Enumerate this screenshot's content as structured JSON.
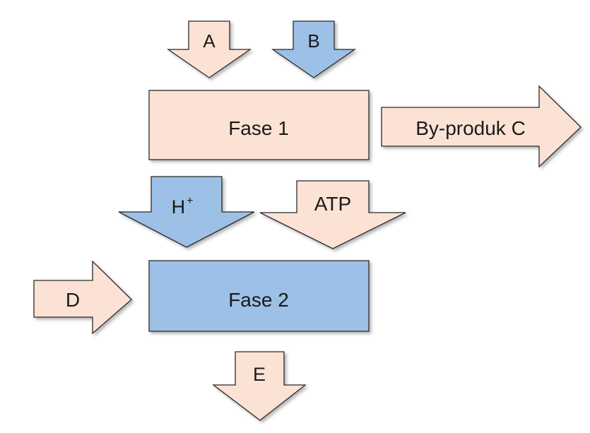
{
  "colors": {
    "peach": "#FCE2D4",
    "blue": "#9DC0E6",
    "outline": "#2B2B2B",
    "text": "#1A1A1A"
  },
  "arrows": {
    "A": {
      "label": "A",
      "direction": "down",
      "color": "peach"
    },
    "B": {
      "label": "B",
      "direction": "down",
      "color": "blue"
    },
    "by_product_c": {
      "label": "By-produk C",
      "direction": "right",
      "color": "peach"
    },
    "h_plus": {
      "label": "H",
      "superscript": "+",
      "direction": "down",
      "color": "blue"
    },
    "atp": {
      "label": "ATP",
      "direction": "down",
      "color": "peach"
    },
    "D": {
      "label": "D",
      "direction": "right",
      "color": "peach"
    },
    "E": {
      "label": "E",
      "direction": "down",
      "color": "peach"
    }
  },
  "boxes": {
    "fase1": {
      "label": "Fase 1",
      "color": "peach"
    },
    "fase2": {
      "label": "Fase 2",
      "color": "blue"
    }
  }
}
